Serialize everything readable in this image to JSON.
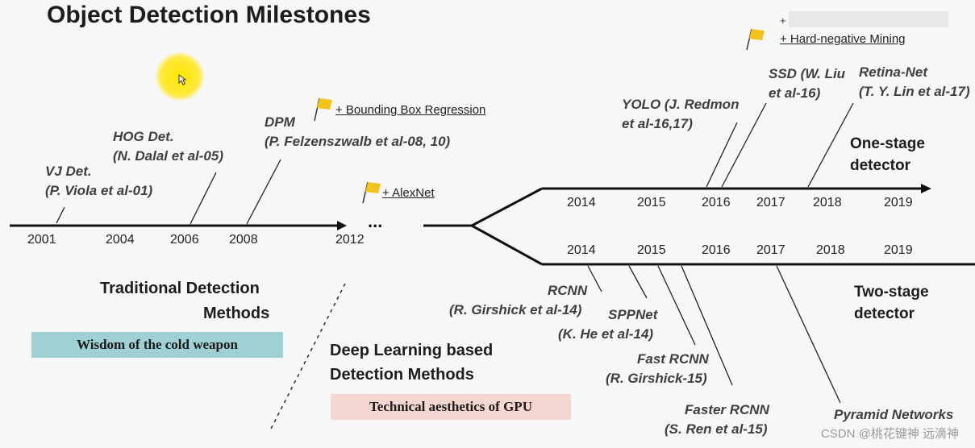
{
  "title": "Object Detection Milestones",
  "traditional": {
    "years": [
      "2001",
      "2004",
      "2006",
      "2008",
      "2012"
    ],
    "ellipsis": "...",
    "detectors": [
      {
        "name": "VJ Det.",
        "author": "(P. Viola et al-01)"
      },
      {
        "name": "HOG Det.",
        "author": "(N. Dalal et al-05)"
      },
      {
        "name": "DPM",
        "author": "(P. Felzenszwalb et al-08, 10)"
      }
    ],
    "notes": [
      "+ Bounding Box Regression",
      "+ AlexNet"
    ],
    "heading_line1": "Traditional Detection",
    "heading_line2": "Methods",
    "banner": "Wisdom of the cold weapon"
  },
  "deep": {
    "heading_line1": "Deep Learning based",
    "heading_line2": "Detection Methods",
    "banner": "Technical aesthetics of GPU"
  },
  "one_stage": {
    "label_line1": "One-stage",
    "label_line2": "detector",
    "years": [
      "2014",
      "2015",
      "2016",
      "2017",
      "2018",
      "2019"
    ],
    "top_note_plus": "+",
    "top_note": "+ Hard-negative Mining",
    "detectors": [
      {
        "name": "YOLO (J. Redmon",
        "author": "et al-16,17)"
      },
      {
        "name": "SSD (W. Liu",
        "author": "et al-16)"
      },
      {
        "name": "Retina-Net",
        "author": "(T. Y. Lin et al-17)"
      }
    ]
  },
  "two_stage": {
    "label_line1": "Two-stage",
    "label_line2": "detector",
    "years": [
      "2014",
      "2015",
      "2016",
      "2017",
      "2018",
      "2019"
    ],
    "detectors": [
      {
        "name": "RCNN",
        "author": "(R. Girshick et al-14)"
      },
      {
        "name": "SPPNet",
        "author": "(K. He et al-14)"
      },
      {
        "name": "Fast RCNN",
        "author": "(R. Girshick-15)"
      },
      {
        "name": "Faster RCNN",
        "author": "(S. Ren et al-15)"
      },
      {
        "name": "Pyramid Networks",
        "author": ""
      }
    ]
  },
  "watermark": "CSDN @桃花键神 远滴神",
  "colors": {
    "line": "#111111",
    "flag": "#f3c21b",
    "banner_cold": "#9fd0d4",
    "banner_gpu": "#f6d6d1",
    "cursor": "#ffe600"
  }
}
